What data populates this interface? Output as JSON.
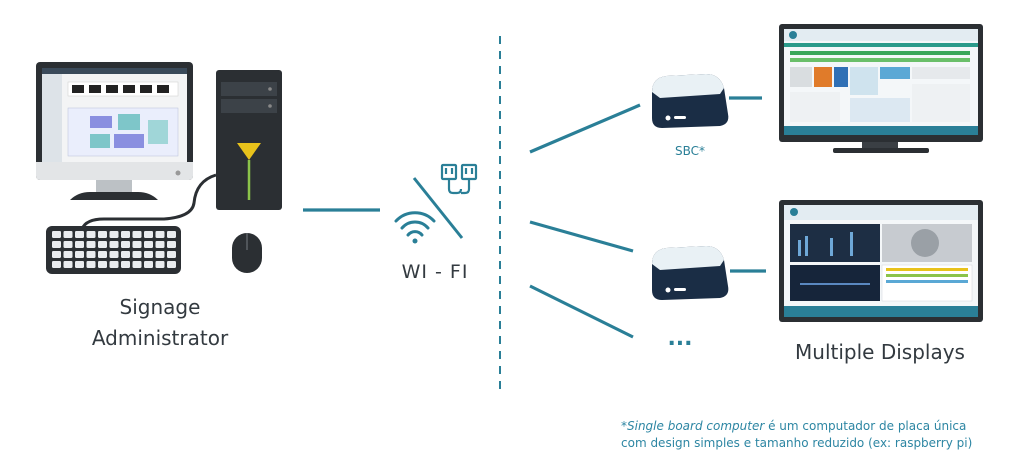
{
  "labels": {
    "admin_line1": "Signage",
    "admin_line2": "Administrator",
    "wifi": "WI - FI",
    "sbc": "SBC*",
    "ellipsis": "...",
    "displays": "Multiple Displays"
  },
  "footnote": {
    "term": "*Single board computer",
    "line1_rest": " é um computador de placa única",
    "line2": "com design simples e tamanho reduzido (ex: raspberry pi)"
  },
  "colors": {
    "accent": "#2a7f97",
    "dark": "#2b2f33",
    "device": "#1a2d45",
    "device_top": "#e9f1f5",
    "yellow": "#e8c21b",
    "green": "#8bc34a"
  },
  "icons": [
    "desktop-monitor-icon",
    "pc-tower-icon",
    "keyboard-icon",
    "mouse-icon",
    "wifi-icon",
    "ethernet-cable-icon",
    "sbc-device-icon",
    "tv-display-icon"
  ]
}
